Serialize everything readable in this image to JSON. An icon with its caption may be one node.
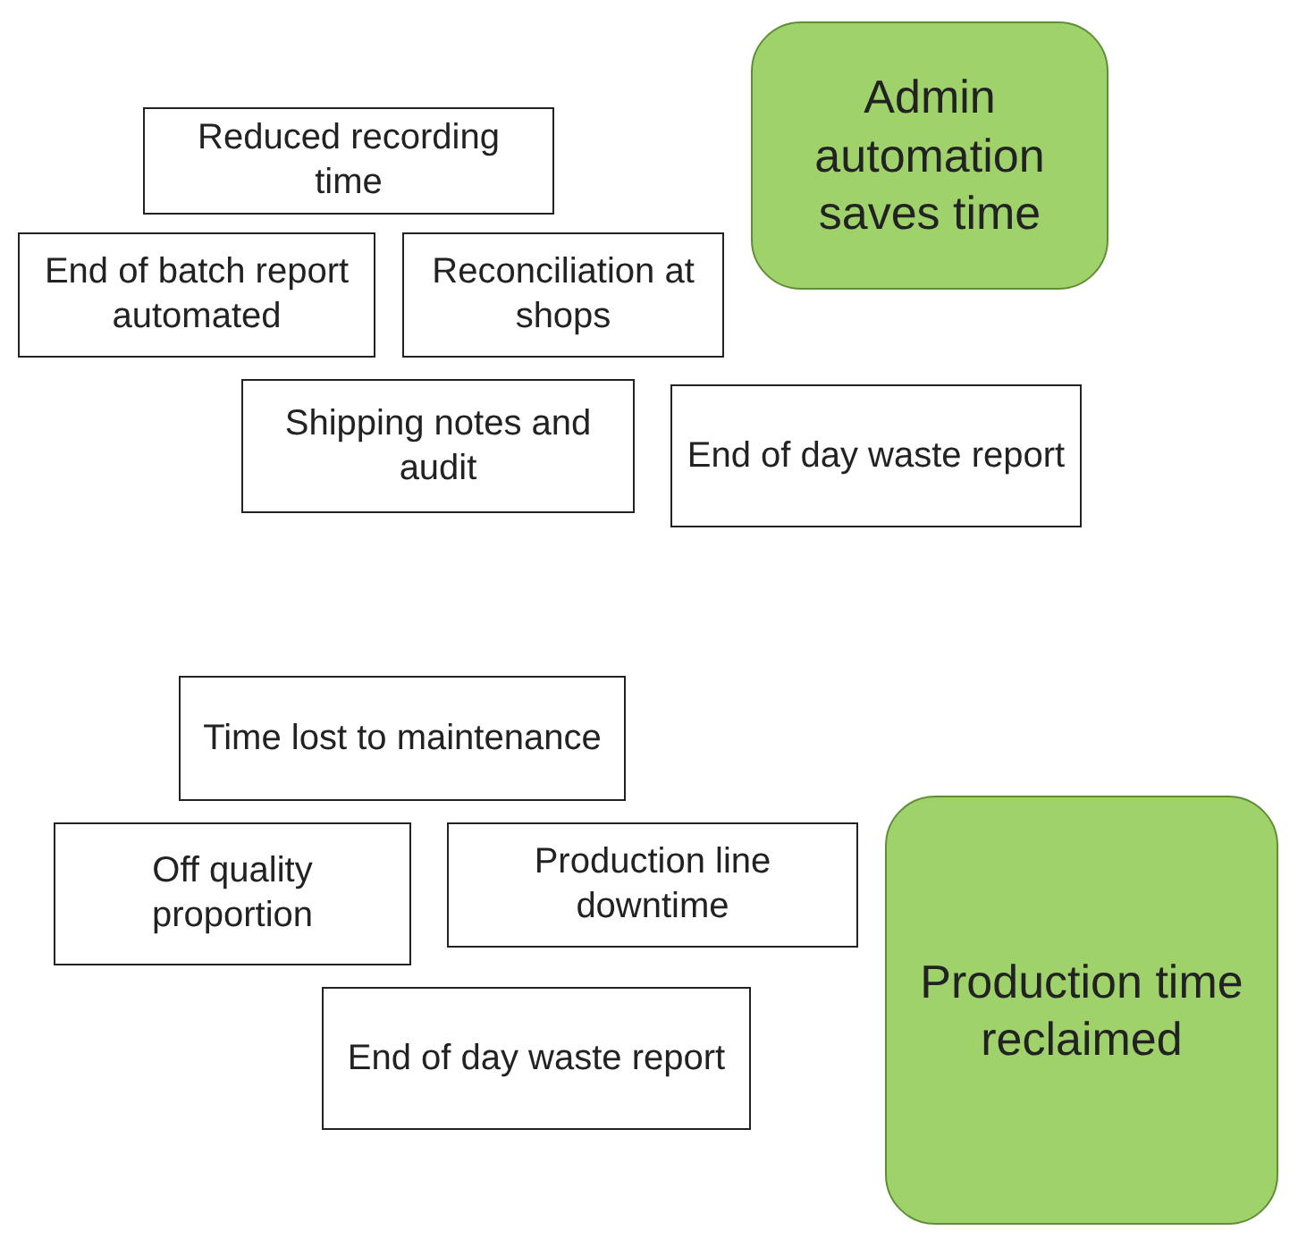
{
  "diagram": {
    "nodes": [
      {
        "text": [
          "Reduced recording time"
        ]
      },
      {
        "text": [
          "Admin automation saves time"
        ]
      },
      {
        "text": [
          "End of batch report automated"
        ]
      },
      {
        "text": [
          "Reconciliation at shops"
        ]
      },
      {
        "text": [
          "Shipping notes and audit"
        ]
      },
      {
        "text": [
          "End of day waste report"
        ]
      },
      {
        "text": [
          "Time lost to maintenance"
        ]
      },
      {
        "text": [
          "Off quality proportion"
        ]
      },
      {
        "text": [
          "Production line downtime"
        ]
      },
      {
        "text": [
          "End of day waste report"
        ]
      },
      {
        "text": [
          "Production time reclaimed"
        ]
      }
    ]
  }
}
